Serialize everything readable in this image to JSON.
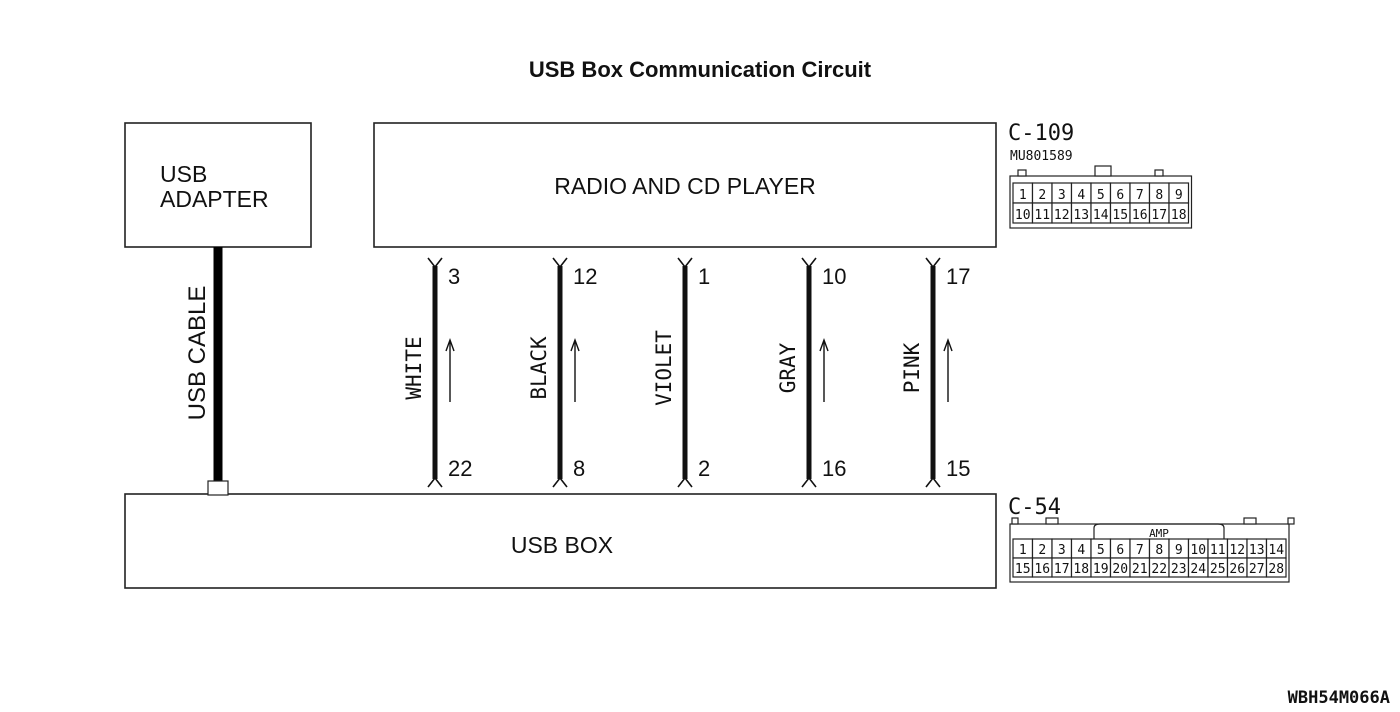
{
  "title": "USB Box Communication Circuit",
  "figure_code": "WBH54M066A",
  "blocks": {
    "usb_adapter": [
      "USB",
      "ADAPTER"
    ],
    "radio": "RADIO AND CD PLAYER",
    "usb_box": "USB BOX"
  },
  "usb_cable_label": "USB CABLE",
  "wires": [
    {
      "color_name": "WHITE",
      "pin_top": "3",
      "pin_bottom": "22",
      "arrow_up": true
    },
    {
      "color_name": "BLACK",
      "pin_top": "12",
      "pin_bottom": "8",
      "arrow_up": true
    },
    {
      "color_name": "VIOLET",
      "pin_top": "1",
      "pin_bottom": "2",
      "arrow_up": false
    },
    {
      "color_name": "GRAY",
      "pin_top": "10",
      "pin_bottom": "16",
      "arrow_up": true
    },
    {
      "color_name": "PINK",
      "pin_top": "17",
      "pin_bottom": "15",
      "arrow_up": true
    }
  ],
  "connector_c109": {
    "id": "C-109",
    "part_number": "MU801589",
    "rows": [
      [
        "1",
        "2",
        "3",
        "4",
        "5",
        "6",
        "7",
        "8",
        "9"
      ],
      [
        "10",
        "11",
        "12",
        "13",
        "14",
        "15",
        "16",
        "17",
        "18"
      ]
    ]
  },
  "connector_c54": {
    "id": "C-54",
    "label": "AMP",
    "rows": [
      [
        "1",
        "2",
        "3",
        "4",
        "5",
        "6",
        "7",
        "8",
        "9",
        "10",
        "11",
        "12",
        "13",
        "14"
      ],
      [
        "15",
        "16",
        "17",
        "18",
        "19",
        "20",
        "21",
        "22",
        "23",
        "24",
        "25",
        "26",
        "27",
        "28"
      ]
    ]
  }
}
